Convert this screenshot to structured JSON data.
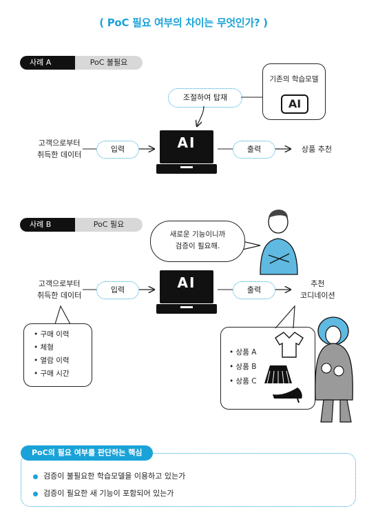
{
  "title": "( PoC 필요 여부의 차이는 무엇인가? )",
  "case_a": {
    "tag_dark": "사례 A",
    "tag_light": "PoC 불필요",
    "source": [
      "고객으로부터",
      "취득한 데이터"
    ],
    "input_label": "입력",
    "ai_label": "AI",
    "output_label": "출력",
    "result": "상품 추천",
    "adjust_label": "조절하여 탑재",
    "existing_model": "기존의 학습모델",
    "existing_ai": "AI"
  },
  "case_b": {
    "tag_dark": "사례 B",
    "tag_light": "PoC 필요",
    "speech": [
      "새로운 기능이니까",
      "검증이 필요해."
    ],
    "source": [
      "고객으로부터",
      "취득한 데이터"
    ],
    "input_label": "입력",
    "ai_label": "AI",
    "output_label": "출력",
    "result": [
      "추천",
      "코디네이션"
    ],
    "data_items": [
      "• 구매 이력",
      "• 체형",
      "• 열람 이력",
      "• 구매 시간"
    ],
    "products": [
      "• 상품 A",
      "• 상품 B",
      "• 상품 C"
    ]
  },
  "summary": {
    "title": "PoC의 필요 여부를 판단하는 핵심",
    "items": [
      "검증이 불필요한 학습모델을 이용하고 있는가",
      "검증이 필요한 새 기능이 포함되어 있는가"
    ]
  },
  "colors": {
    "accent": "#1aa3d8",
    "ink": "#111111",
    "tag_light": "#d8d8d8"
  },
  "icons": [
    "laptop-icon",
    "arrow-icon",
    "person-icon",
    "shirt-icon",
    "skirt-icon",
    "shoe-icon"
  ]
}
